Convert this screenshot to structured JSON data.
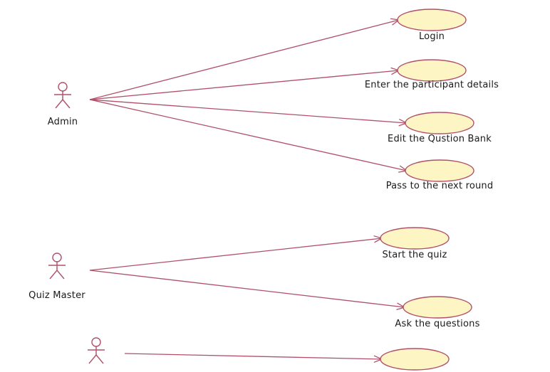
{
  "colors": {
    "line": "#b0506a",
    "usecase_fill": "#fdf6c4",
    "usecase_stroke": "#b0506a",
    "text": "#1a1a1a"
  },
  "actors": [
    {
      "id": "admin",
      "label": "Admin"
    },
    {
      "id": "quiz_master",
      "label": "Quiz Master"
    },
    {
      "id": "third",
      "label": ""
    }
  ],
  "use_cases": [
    {
      "id": "login",
      "label": "Login"
    },
    {
      "id": "enter_participant",
      "label": "Enter the participant details"
    },
    {
      "id": "edit_question_bank",
      "label": "Edit the  Qustion  Bank"
    },
    {
      "id": "pass_next_round",
      "label": "Pass to the next round"
    },
    {
      "id": "start_quiz",
      "label": "Start the quiz"
    },
    {
      "id": "ask_questions",
      "label": "Ask the questions"
    },
    {
      "id": "partial",
      "label": ""
    }
  ],
  "associations": [
    {
      "from": "admin",
      "to": "login"
    },
    {
      "from": "admin",
      "to": "enter_participant"
    },
    {
      "from": "admin",
      "to": "edit_question_bank"
    },
    {
      "from": "admin",
      "to": "pass_next_round"
    },
    {
      "from": "quiz_master",
      "to": "start_quiz"
    },
    {
      "from": "quiz_master",
      "to": "ask_questions"
    },
    {
      "from": "third",
      "to": "partial"
    }
  ]
}
